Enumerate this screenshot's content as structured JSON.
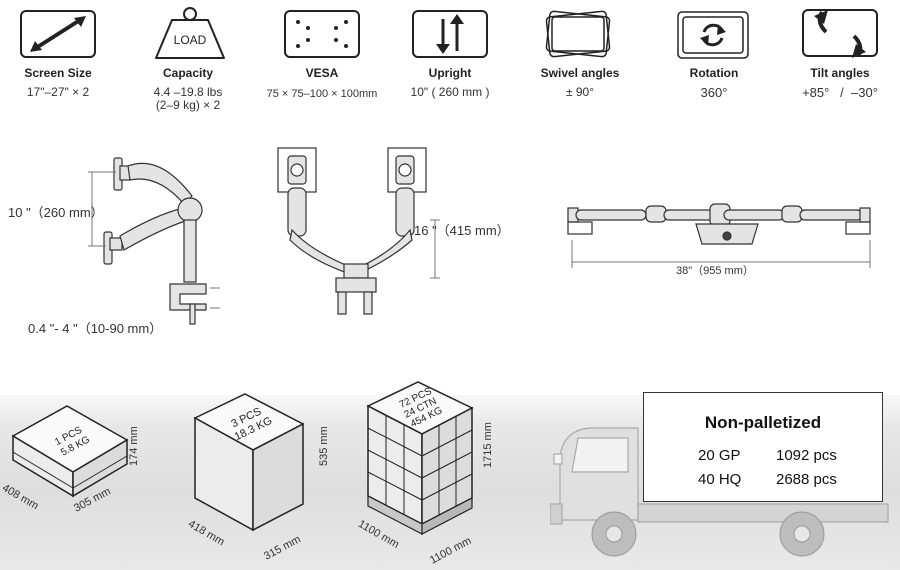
{
  "specs": [
    {
      "label": "Screen Size",
      "value": "17\"–27\" × 2",
      "icon": "diagonal-arrow-icon"
    },
    {
      "label": "Capacity",
      "value_line1": "4.4 –19.8 lbs",
      "value_line2": "(2–9 kg) × 2",
      "icon": "weight-load-icon",
      "icon_text": "LOAD"
    },
    {
      "label": "VESA",
      "value": "75 × 75–100 × 100mm",
      "icon": "vesa-holes-icon"
    },
    {
      "label": "Upright",
      "value": "10\" ( 260 mm )",
      "icon": "up-down-arrows-icon"
    },
    {
      "label": "Swivel angles",
      "value": "± 90°",
      "icon": "swivel-frames-icon"
    },
    {
      "label": "Rotation",
      "value": "360°",
      "icon": "rotation-icon"
    },
    {
      "label": "Tilt angles",
      "value": "+85°   /  –30°",
      "icon": "tilt-arrows-icon"
    }
  ],
  "dimensions": {
    "arm_height": "10 \"（260 mm）",
    "clamp_range": "0.4 \"- 4 \"（10-90 mm）",
    "pole_height": "16 \"（415 mm）",
    "span": "38\"（955 mm）"
  },
  "packages": [
    {
      "label_line1": "1 PCS",
      "label_line2": "5.8 KG",
      "width": "408 mm",
      "depth": "305 mm",
      "height": "174 mm"
    },
    {
      "label_line1": "3 PCS",
      "label_line2": "18.3 KG",
      "width": "418 mm",
      "depth": "315 mm",
      "height": "535 mm"
    },
    {
      "label_line1": "72 PCS",
      "label_line2": "24 CTN",
      "label_line3": "454 KG",
      "width": "1100 mm",
      "depth": "1100 mm",
      "height": "1715 mm"
    }
  ],
  "shipping": {
    "title": "Non-palletized",
    "rows": [
      {
        "container": "20 GP",
        "qty": "1092 pcs"
      },
      {
        "container": "40 HQ",
        "qty": "2688 pcs"
      }
    ]
  }
}
